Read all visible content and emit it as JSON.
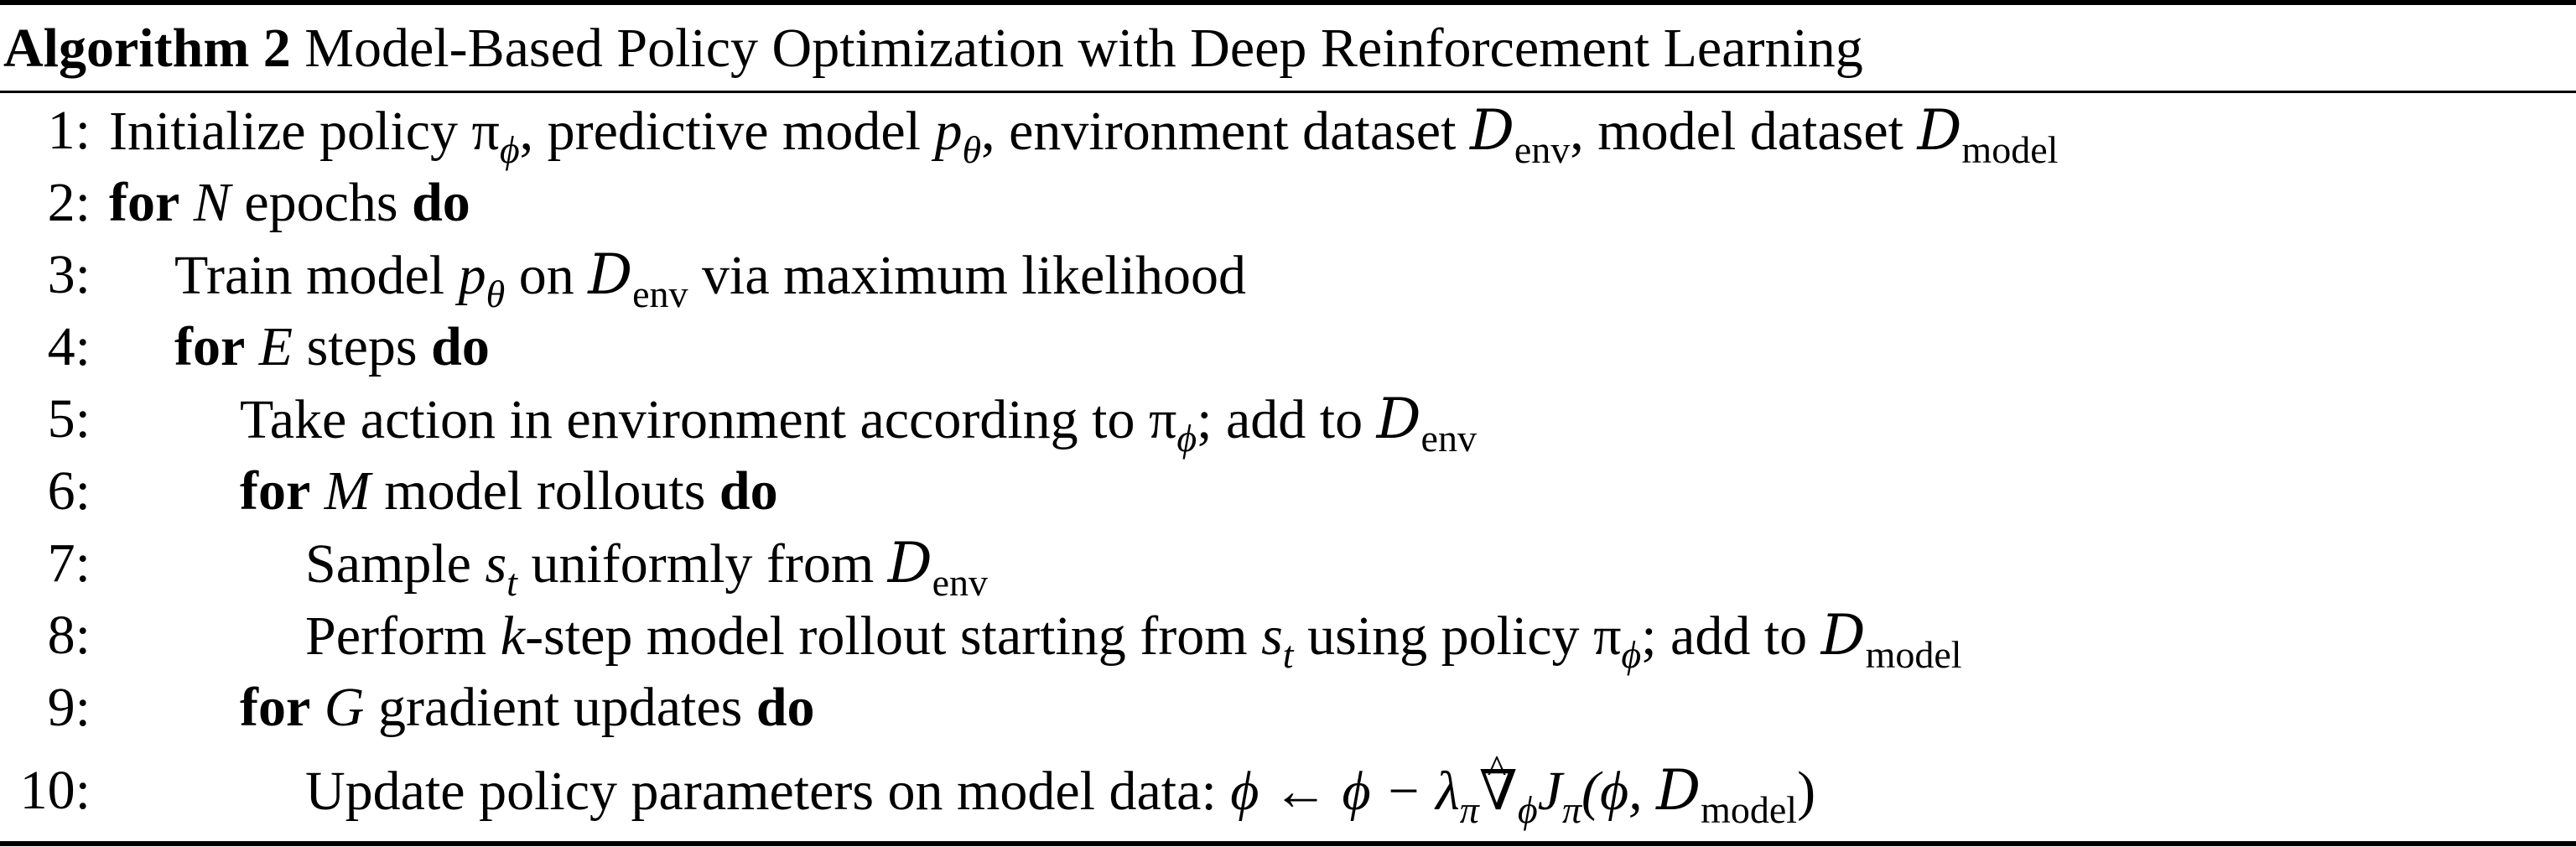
{
  "caption": {
    "label": "Algorithm 2",
    "title": "Model-Based Policy Optimization with Deep Reinforcement Learning"
  },
  "lines": [
    {
      "num": "1:",
      "parts": [
        "Initialize policy ",
        "π",
        "ϕ",
        ", predictive model ",
        "p",
        "θ",
        ", environment dataset ",
        "D",
        "env",
        ", model dataset ",
        "D",
        "model"
      ]
    },
    {
      "num": "2:",
      "kw1": "for",
      "var": "N",
      "text": " epochs ",
      "kw2": "do"
    },
    {
      "num": "3:",
      "parts": [
        "Train model ",
        "p",
        "θ",
        " on ",
        "D",
        "env",
        " via maximum likelihood"
      ]
    },
    {
      "num": "4:",
      "kw1": "for",
      "var": "E",
      "text": " steps ",
      "kw2": "do"
    },
    {
      "num": "5:",
      "parts": [
        "Take action in environment according to ",
        "π",
        "ϕ",
        "; add to ",
        "D",
        "env"
      ]
    },
    {
      "num": "6:",
      "kw1": "for",
      "var": "M",
      "text": " model rollouts ",
      "kw2": "do"
    },
    {
      "num": "7:",
      "parts": [
        "Sample ",
        "s",
        "t",
        " uniformly from ",
        "D",
        "env"
      ]
    },
    {
      "num": "8:",
      "parts": [
        "Perform ",
        "k",
        "-step model rollout starting from ",
        "s",
        "t",
        " using policy ",
        "π",
        "ϕ",
        "; add to ",
        "D",
        "model"
      ]
    },
    {
      "num": "9:",
      "kw1": "for",
      "var": "G",
      "text": " gradient updates ",
      "kw2": "do"
    },
    {
      "num": "10:",
      "parts": [
        "Update policy parameters on model data: ",
        "ϕ ← ϕ − λ",
        "π",
        "∇",
        "ϕ",
        "J",
        "π",
        "(ϕ, ",
        "D",
        "model",
        ")"
      ]
    }
  ]
}
